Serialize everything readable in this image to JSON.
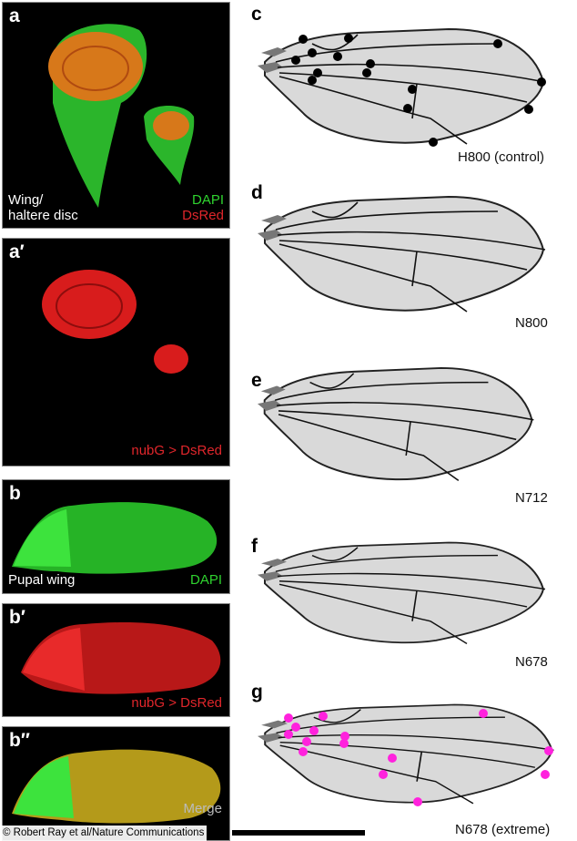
{
  "panels_left": {
    "a": {
      "label": "a",
      "text_left": "Wing/\nhaltere disc",
      "text_left_1": "Wing/",
      "text_left_2": "haltere disc",
      "stain_1": "DAPI",
      "stain_2": "DsRed"
    },
    "a_prime": {
      "label": "a′",
      "stain": "nubG > DsRed"
    },
    "b": {
      "label": "b",
      "text_left": "Pupal wing",
      "stain": "DAPI"
    },
    "b_prime": {
      "label": "b′",
      "stain": "nubG > DsRed"
    },
    "b_double_prime": {
      "label": "b′′",
      "stain": "Merge"
    }
  },
  "panels_right": [
    {
      "label": "c",
      "caption": "H800 (control)"
    },
    {
      "label": "d",
      "caption": "N800"
    },
    {
      "label": "e",
      "caption": "N712"
    },
    {
      "label": "f",
      "caption": "N678"
    },
    {
      "label": "g",
      "caption": "N678 (extreme)"
    }
  ],
  "credit": "© Robert Ray et al/Nature Communications",
  "colors": {
    "dapi": "#2fd32f",
    "dsred": "#e0262b",
    "landmark_control": "#000000",
    "landmark_extreme": "#ff22dd"
  }
}
